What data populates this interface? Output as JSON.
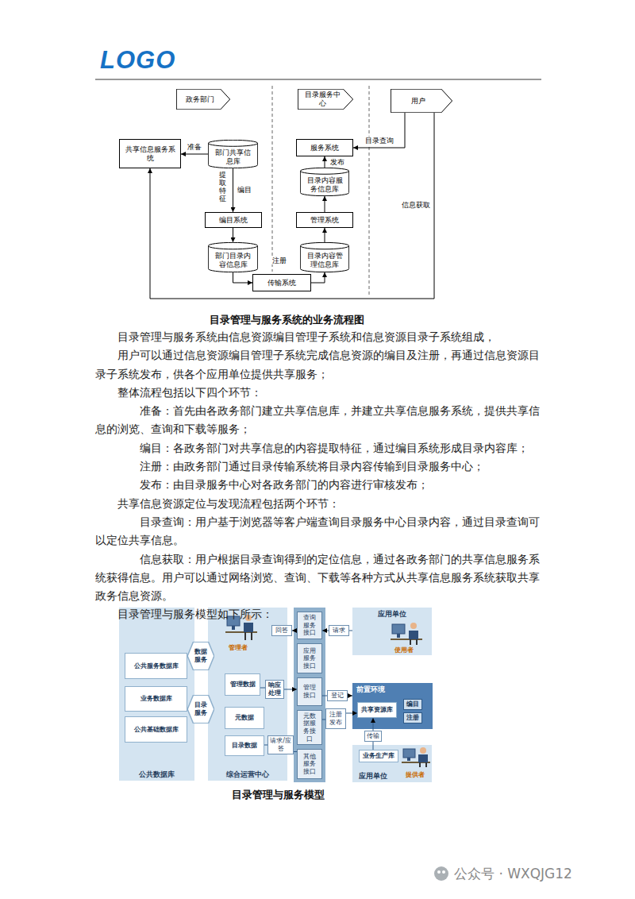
{
  "diagram": {
    "caption": "目录管理与服务系统的业务流程图",
    "nodes": [
      {
        "text": [
          "政务部门"
        ]
      },
      {
        "text": [
          "目录服务中心"
        ]
      },
      {
        "text": [
          "用户"
        ]
      },
      {
        "text": [
          "共享信息服务系统"
        ]
      },
      {
        "text": [
          "部门共享信息库"
        ]
      },
      {
        "text": [
          "服务系统"
        ]
      },
      {
        "text": [
          "目录内容服务信息库"
        ]
      },
      {
        "text": [
          "编目系统"
        ]
      },
      {
        "text": [
          "管理系统"
        ]
      },
      {
        "text": [
          "部门目录内容信息库"
        ]
      },
      {
        "text": [
          "目录内容管理信息库"
        ]
      },
      {
        "text": [
          "传输系统"
        ]
      },
      {
        "text": [
          "公共数据库"
        ]
      },
      {
        "text": [
          "公共服务数据库"
        ],
        "in": 12
      },
      {
        "text": [
          "业务数据库"
        ],
        "in": 12
      },
      {
        "text": [
          "公共基础数据库"
        ],
        "in": 12
      },
      {
        "text": [
          "综合运营中心"
        ]
      },
      {
        "text": [
          "管理数据"
        ],
        "in": 16
      },
      {
        "text": [
          "元数据"
        ],
        "in": 16
      },
      {
        "text": [
          "目录数据"
        ],
        "in": 16
      },
      {
        "text": [
          "数据服务"
        ]
      },
      {
        "text": [
          "目录服务"
        ]
      },
      {
        "text": [
          "查询服务接口"
        ]
      },
      {
        "text": [
          "应用服务接口"
        ]
      },
      {
        "text": [
          "管理接口"
        ]
      },
      {
        "text": [
          "元数据服务接口"
        ]
      },
      {
        "text": [
          "其他服务接口"
        ]
      },
      {
        "text": [
          "应用单位"
        ]
      },
      {
        "text": [
          "前置环境"
        ]
      },
      {
        "text": [
          "共享资源库"
        ],
        "in": 28
      },
      {
        "text": [
          "编目"
        ],
        "in": 28
      },
      {
        "text": [
          "注册"
        ],
        "in": 28
      },
      {
        "text": [
          "应用单位"
        ]
      },
      {
        "text": [
          "业务生产库"
        ],
        "in": 32
      },
      {
        "text": [
          "回答"
        ]
      },
      {
        "text": [
          "请求"
        ]
      },
      {
        "text": [
          "响应处理"
        ],
        "in": 16
      },
      {
        "text": [
          "登记"
        ]
      },
      {
        "text": [
          "注册发布"
        ]
      },
      {
        "text": [
          "请求/应答"
        ]
      },
      {
        "text": [
          "传输"
        ]
      }
    ],
    "edges": [
      {
        "from": 4,
        "to": 3,
        "label": "准备",
        "arrow": "to"
      },
      {
        "from": 4,
        "to": 7,
        "label": "编目",
        "arrow": "to"
      },
      {
        "from": 7,
        "to": 9,
        "arrow": "to"
      },
      {
        "from": 9,
        "to": 11,
        "arrow": "to"
      },
      {
        "from": 11,
        "to": 10,
        "label": "注册",
        "arrow": "to"
      },
      {
        "from": 10,
        "to": 8,
        "arrow": "to"
      },
      {
        "from": 8,
        "to": 6,
        "arrow": "to"
      },
      {
        "from": 6,
        "to": 5,
        "label": "发布",
        "arrow": "to"
      },
      {
        "from": 2,
        "to": 5,
        "label": "目录查询",
        "arrow": "to"
      },
      {
        "from": 2,
        "to": 3,
        "label": "信息获取",
        "arrow": "to"
      },
      {
        "from": 22,
        "to": 34,
        "arrow": "to"
      },
      {
        "from": 35,
        "to": 22,
        "arrow": "to"
      },
      {
        "from": 27,
        "to": 35,
        "arrow": "none"
      },
      {
        "from": 17,
        "to": 36,
        "arrow": "none"
      },
      {
        "from": 36,
        "to": 24,
        "arrow": "to"
      },
      {
        "from": 24,
        "to": 37,
        "arrow": "none"
      },
      {
        "from": 37,
        "to": 28,
        "arrow": "to"
      },
      {
        "from": 25,
        "to": 38,
        "arrow": "none"
      },
      {
        "from": 38,
        "to": 29,
        "arrow": "to"
      },
      {
        "from": 19,
        "to": 39,
        "arrow": "none"
      },
      {
        "from": 39,
        "to": 26,
        "arrow": "none"
      },
      {
        "from": 33,
        "to": 40,
        "arrow": "none"
      },
      {
        "from": 40,
        "to": 29,
        "arrow": "to"
      }
    ],
    "labels": [
      "LOGO",
      "提取特征",
      "目录管理与服务系统由信息资源编目管理子系统和信息资源目录子系统组成，",
      "用户可以通过信息资源编目管理子系统完成信息资源的编目及注册，再通过信息资源目录子系统发布，供各个应用单位提供共享服务；",
      "整体流程包括以下四个环节：",
      "准备：首先由各政务部门建立共享信息库，并建立共享信息服务系统，提供共享信息的浏览、查询和下载等服务；",
      "编目：各政务部门对共享信息的内容提取特征，通过编目系统形成目录内容库；",
      "注册：由政务部门通过目录传输系统将目录内容传输到目录服务中心；",
      "发布：由目录服务中心对各政务部门的内容进行审核发布；",
      "共享信息资源定位与发现流程包括两个环节：",
      "目录查询：用户基于浏览器等客户端查询目录服务中心目录内容，通过目录查询可以定位共享信息。",
      "信息获取：用户根据目录查询得到的定位信息，通过各政务部门的共享信息服务系统获得信息。用户可以通过网络浏览、查询、下载等各种方式从共享信息服务系统获取共享政务信息资源。",
      "目录管理与服务模型如下所示：",
      "目录管理与服务模型",
      "管理者",
      "使用者",
      "提供者",
      "公众号 · WXQJG12"
    ]
  }
}
